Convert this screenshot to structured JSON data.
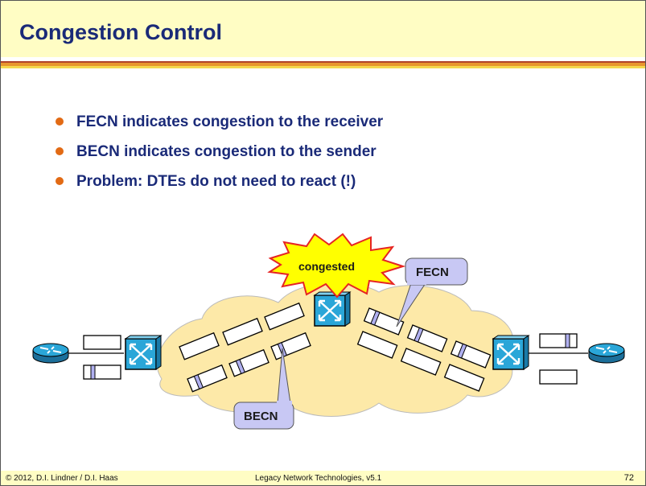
{
  "slide": {
    "title": "Congestion Control",
    "bullets": [
      "FECN indicates congestion to the receiver",
      "BECN indicates congestion to the sender",
      "Problem: DTEs do not need to react (!)"
    ]
  },
  "diagram": {
    "congested_label": "congested",
    "fecn_label": "FECN",
    "becn_label": "BECN",
    "icons": [
      "router-icon",
      "frame-relay-switch-icon",
      "network-cloud",
      "frame-icon",
      "burst-icon"
    ]
  },
  "footer": {
    "copyright": "© 2012, D.I. Lindner / D.I. Haas",
    "course": "Legacy Network Technologies, v5.1",
    "page": "72"
  },
  "colors": {
    "header_bg": "#fffdc4",
    "title_text": "#1a2a78",
    "bullet_dot": "#e26a14",
    "cloud_fill": "#fde9a8",
    "switch_fill": "#2aa6d8",
    "burst_fill": "#ffff00",
    "burst_stroke": "#e62424",
    "callout_fill": "#c8c8f4"
  }
}
